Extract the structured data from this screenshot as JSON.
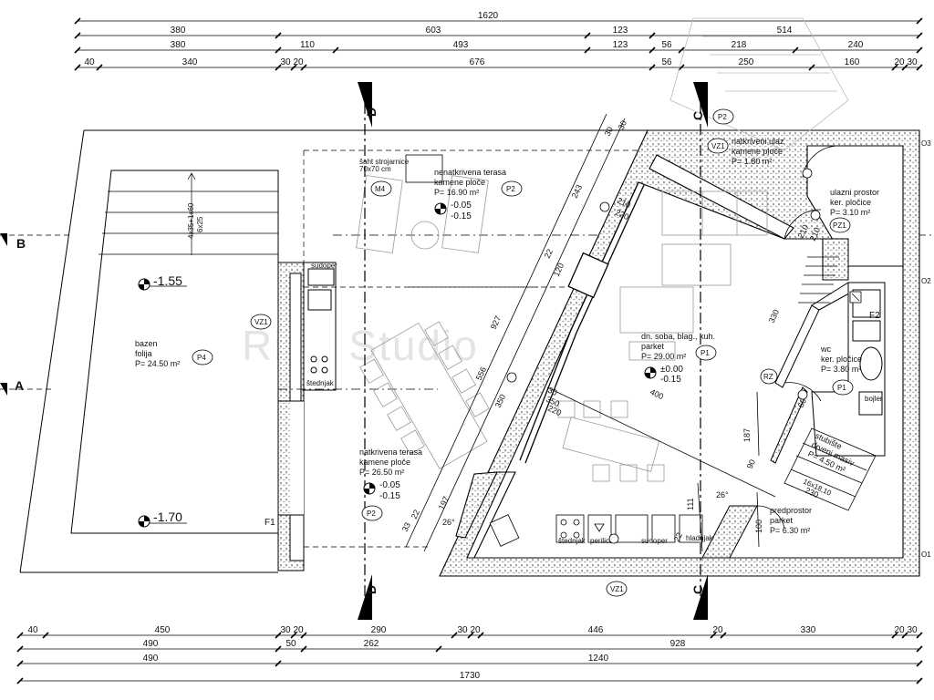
{
  "dimensions": {
    "top_row1": [
      "1620"
    ],
    "top_row2": [
      "380",
      "603",
      "123",
      "514"
    ],
    "top_row3": [
      "380",
      "110",
      "493",
      "123",
      "56",
      "218",
      "240"
    ],
    "top_row4": [
      "40",
      "340",
      "30",
      "20",
      "676",
      "56",
      "250",
      "160",
      "20",
      "30"
    ],
    "bottom_row1": [
      "40",
      "450",
      "30",
      "20",
      "290",
      "30",
      "20",
      "446",
      "20",
      "330",
      "20",
      "30"
    ],
    "bottom_row2": [
      "490",
      "50",
      "262",
      "928"
    ],
    "bottom_row3": [
      "490",
      "1240"
    ],
    "bottom_row4": [
      "1730"
    ],
    "diagonal": [
      "927",
      "556",
      "350",
      "243",
      "22",
      "120",
      "197",
      "33",
      "22",
      "30",
      "30",
      "350",
      "220",
      "30",
      "210",
      "220",
      "400",
      "330",
      "187",
      "111",
      "22",
      "90",
      "230",
      "60",
      "210",
      "210",
      "100"
    ],
    "angles": [
      "26°",
      "26°"
    ],
    "stair_annotation": [
      "4x35+1x60",
      "6x25"
    ],
    "stair_steps": "16x18,10"
  },
  "section_markers": {
    "left": [
      "B",
      "A"
    ],
    "d": "D",
    "c": "C"
  },
  "rooms": [
    {
      "name": "bazen",
      "material": "folija",
      "area": "P= 24.50 m²",
      "tag": "P4"
    },
    {
      "name": "nenatkrivena terasa",
      "material": "kamene ploče",
      "area": "P= 16.90 m²",
      "tag": "P2"
    },
    {
      "name": "natkrivena terasa",
      "material": "kamene ploče",
      "area": "P= 26.50 m²",
      "tag": "P2"
    },
    {
      "name": "dn. soba, blag., kuh.",
      "material": "parket",
      "area": "P= 29.00 m²",
      "tag": "P1"
    },
    {
      "name": "natkriveni ulaz",
      "material": "kamene ploče",
      "area": "P= 1.80 m²",
      "tag": "P2"
    },
    {
      "name": "ulazni prostor",
      "material": "ker. pločice",
      "area": "P= 3.10 m²",
      "tag": "PZ1"
    },
    {
      "name": "wc",
      "material": "ker. pločice",
      "area": "P= 3.80 m²",
      "tag": "P1"
    },
    {
      "name": "stubište",
      "material": "drveni masiv",
      "area": "P= 4.50 m²",
      "tag": ""
    },
    {
      "name": "predprostor",
      "material": "parket",
      "area": "P= 6.30 m²",
      "tag": ""
    }
  ],
  "levels": {
    "pool_top": "-1.55",
    "pool_bottom": "-1.70",
    "terrace1": [
      "-0.05",
      "-0.15"
    ],
    "terrace2": [
      "-0.05",
      "-0.15"
    ],
    "living": [
      "±0.00",
      "-0.15"
    ]
  },
  "tags": {
    "vz1": "VZ1",
    "m4": "M4",
    "p2": "P2",
    "rz": "RZ",
    "f1": "F1",
    "f2": "F2"
  },
  "fixtures": {
    "sudoper": "sudoper",
    "stednjak": "štednjak",
    "perilica": "perilica",
    "hladnjak": "hladnjak",
    "bojler": "bojler",
    "sahat": "šaht strojarnice",
    "sahat_size": "70x70 cm"
  },
  "edge_labels": [
    "O3",
    "O2",
    "O1"
  ],
  "watermark": "Riba Studio"
}
